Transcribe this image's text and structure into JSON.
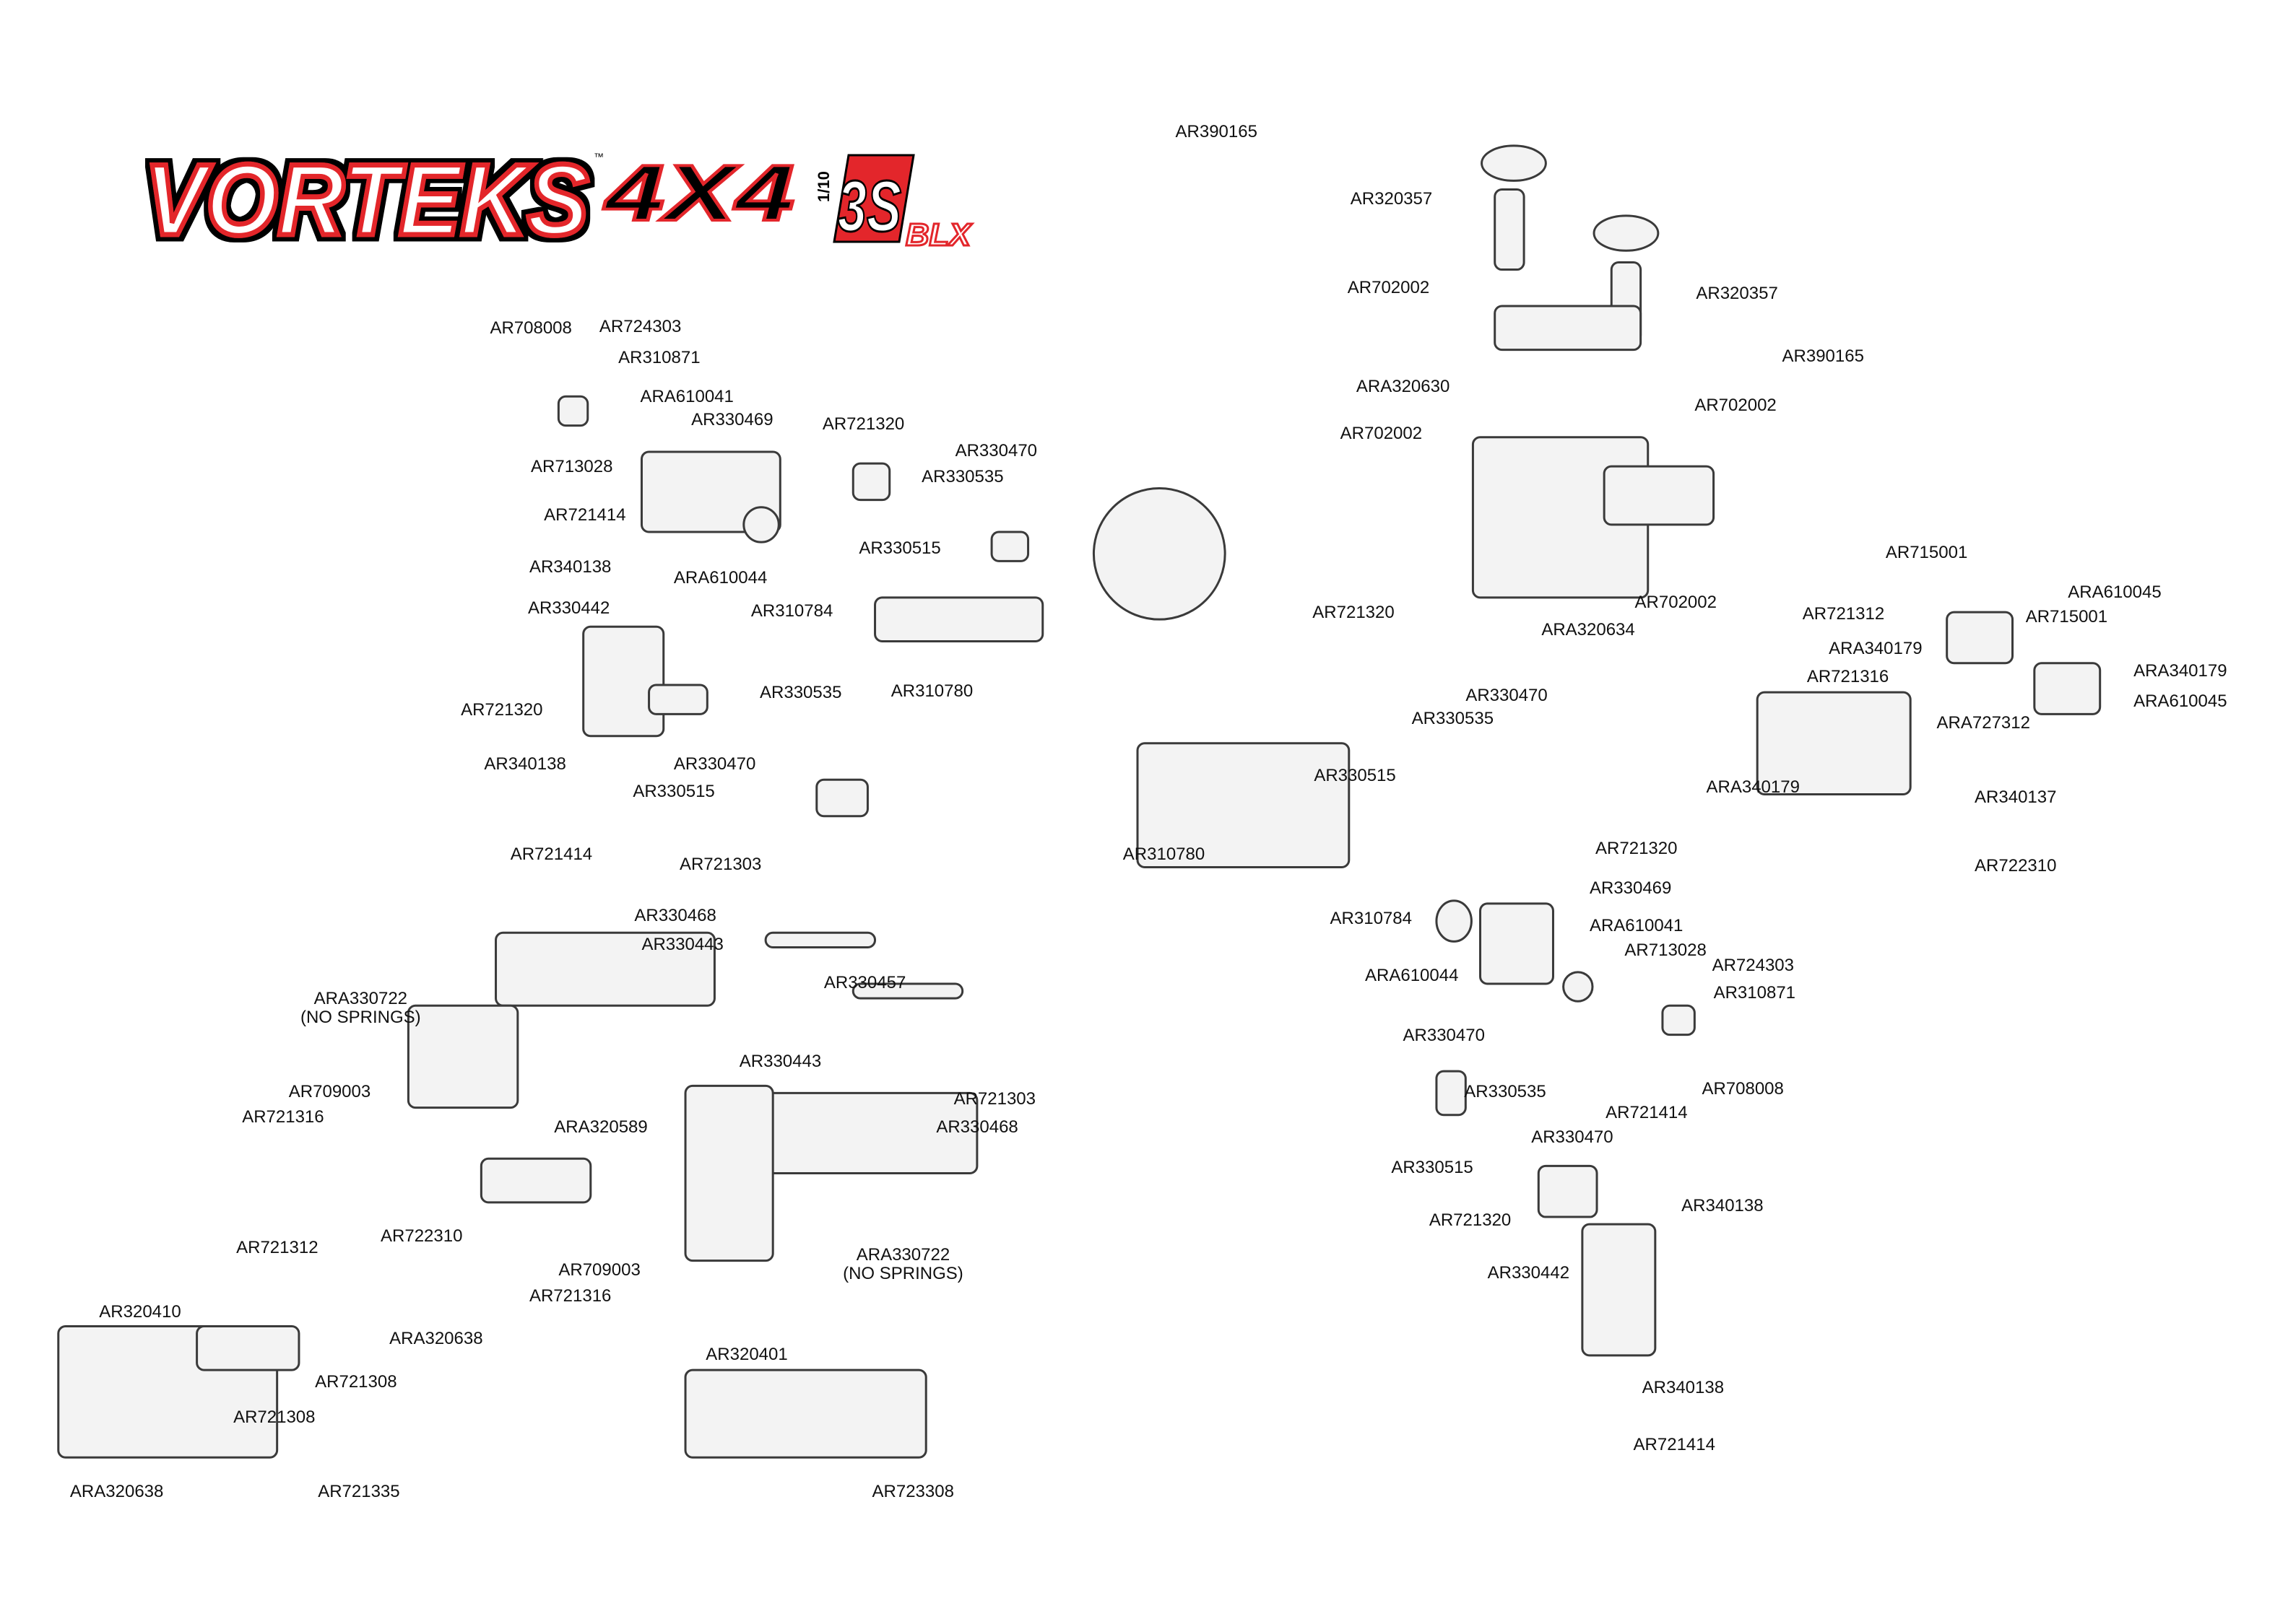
{
  "logo": {
    "brand": "VORTEKS",
    "tm": "™",
    "model": "4X4",
    "scale": "1/10",
    "power": "3S",
    "variant": "BLX"
  },
  "colors": {
    "brand_red": "#e3262b",
    "line": "#3a3a3a",
    "part_fill": "#f3f3f3"
  },
  "labels": [
    "AR390165",
    "AR320357",
    "AR320357",
    "AR702002",
    "AR390165",
    "ARA320630",
    "AR702002",
    "AR702002",
    "AR721320",
    "ARA320634",
    "AR702002",
    "AR715001",
    "ARA610045",
    "AR721312",
    "AR715001",
    "ARA340179",
    "AR721316",
    "ARA340179",
    "ARA610045",
    "ARA727312",
    "ARA340179",
    "AR340137",
    "AR722310",
    "AR708008",
    "AR724303",
    "AR310871",
    "ARA610041",
    "AR330469",
    "AR721320",
    "AR713028",
    "AR330470",
    "AR330535",
    "AR721414",
    "AR330515",
    "AR340138",
    "ARA610044",
    "AR310784",
    "AR330442",
    "AR310780",
    "AR330535",
    "AR721320",
    "AR330470",
    "AR340138",
    "AR330515",
    "AR721414",
    "AR330470",
    "AR330535",
    "AR330515",
    "AR310780",
    "AR721320",
    "AR330469",
    "AR310784",
    "ARA610041",
    "AR713028",
    "AR724303",
    "ARA610044",
    "AR310871",
    "AR330470",
    "AR708008",
    "AR330535",
    "AR721414",
    "AR330470",
    "AR330515",
    "AR340138",
    "AR721320",
    "AR330442",
    "AR340138",
    "AR721414",
    "AR721303",
    "AR330468",
    "AR330443",
    "AR330457",
    "AR709003",
    "AR721316",
    "AR330443",
    "AR721303",
    "AR330468",
    "ARA320589",
    "AR722310",
    "AR721312",
    "AR709003",
    "AR721316",
    "AR320410",
    "ARA320638",
    "AR721308",
    "AR721308",
    "AR320401",
    "ARA320638",
    "AR721335",
    "AR723308"
  ],
  "two_line_labels": [
    {
      "line1": "ARA330722",
      "line2": "(NO SPRINGS)"
    },
    {
      "line1": "ARA330722",
      "line2": "(NO SPRINGS)"
    }
  ]
}
